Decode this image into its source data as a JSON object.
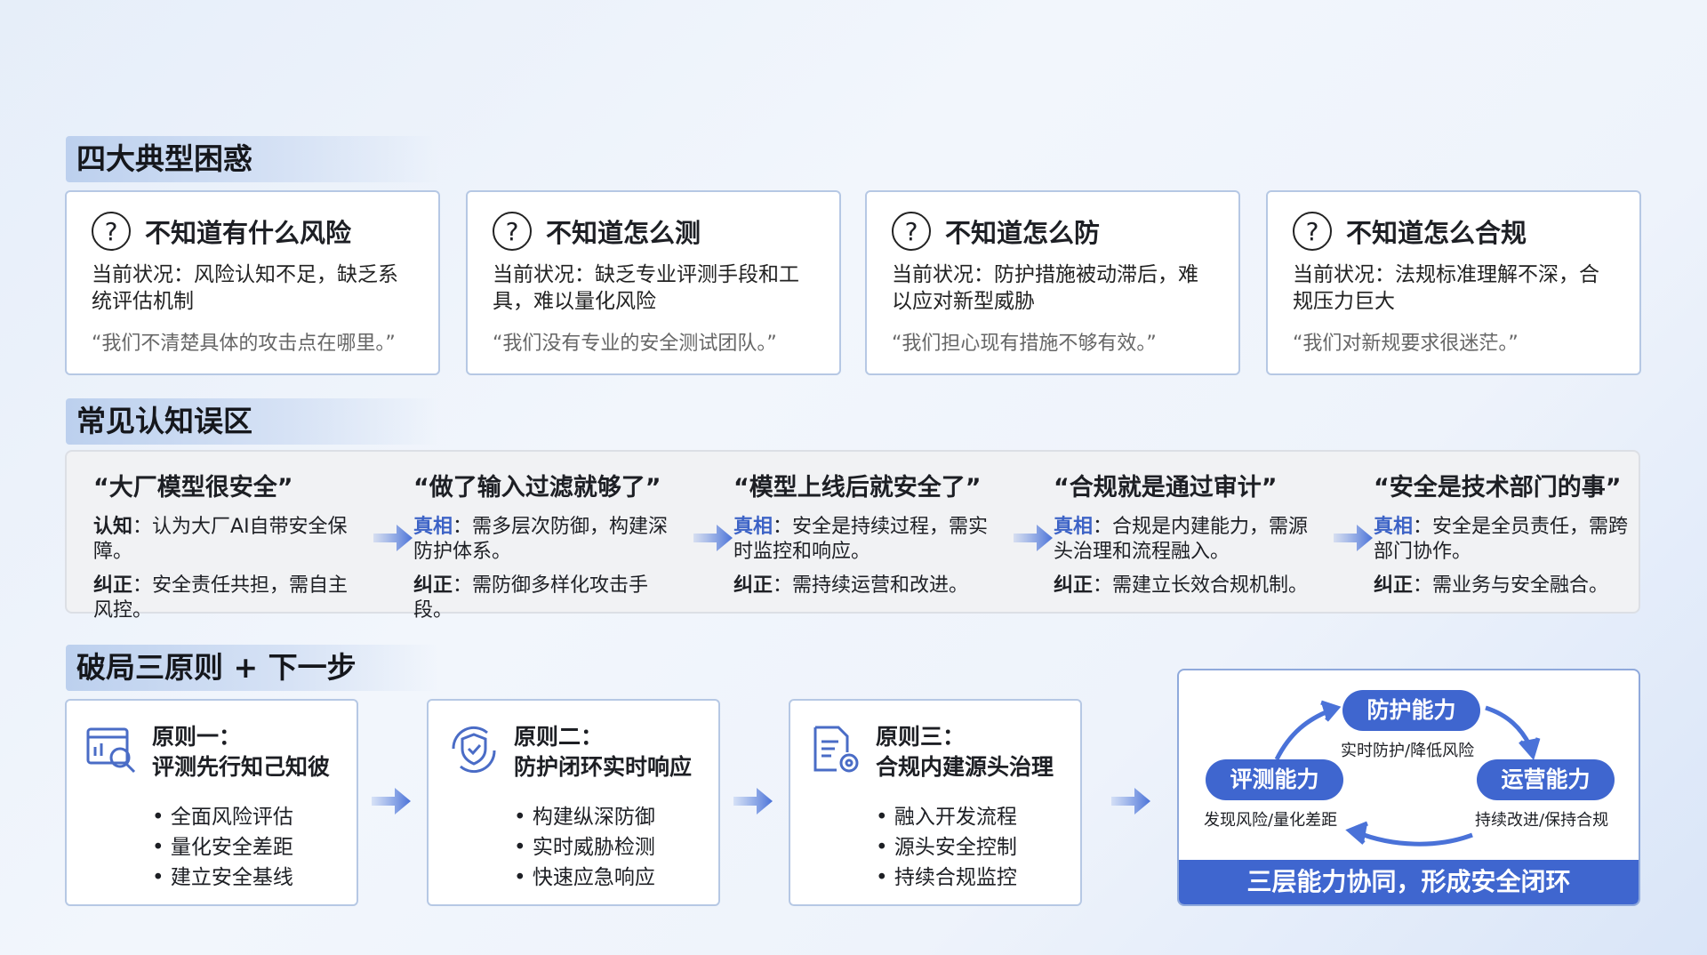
{
  "sections": {
    "s1": "四大典型困惑",
    "s2": "常见认知误区",
    "s3": "破局三原则 + 下一步"
  },
  "confusions": [
    {
      "title": "不知道有什么风险",
      "status": "当前状况：风险认知不足，缺乏系统评估机制",
      "quote": "“我们不清楚具体的攻击点在哪里。”"
    },
    {
      "title": "不知道怎么测",
      "status": "当前状况：缺乏专业评测手段和工具，难以量化风险",
      "quote": "“我们没有专业的安全测试团队。”"
    },
    {
      "title": "不知道怎么防",
      "status": "当前状况：防护措施被动滞后，难以应对新型威胁",
      "quote": "“我们担心现有措施不够有效。”"
    },
    {
      "title": "不知道怎么合规",
      "status": "当前状况：法规标准理解不深，合规压力巨大",
      "quote": "“我们对新规要求很迷茫。”"
    }
  ],
  "question_icon": "?",
  "misconceptions": [
    {
      "title": "“大厂模型很安全”",
      "label1": "认知",
      "text1": "：认为大厂AI自带安全保障。",
      "label2": "纠正",
      "text2": "：安全责任共担，需自主风控。"
    },
    {
      "title": "“做了输入过滤就够了”",
      "label1": "真相",
      "text1": "：需多层次防御，构建深防护体系。",
      "label2": "纠正",
      "text2": "：需防御多样化攻击手段。"
    },
    {
      "title": "“模型上线后就安全了”",
      "label1": "真相",
      "text1": "：安全是持续过程，需实时监控和响应。",
      "label2": "纠正",
      "text2": "：需持续运营和改进。"
    },
    {
      "title": "“合规就是通过审计”",
      "label1": "真相",
      "text1": "：合规是内建能力，需源头治理和流程融入。",
      "label2": "纠正",
      "text2": "：需建立长效合规机制。"
    },
    {
      "title": "“安全是技术部门的事”",
      "label1": "真相",
      "text1": "：安全是全员责任，需跨部门协作。",
      "label2": "纠正",
      "text2": "：需业务与安全融合。"
    }
  ],
  "principles": [
    {
      "t1": "原则一：",
      "t2": "评测先行知己知彼",
      "items": [
        "全面风险评估",
        "量化安全差距",
        "建立安全基线"
      ]
    },
    {
      "t1": "原则二：",
      "t2": "防护闭环实时响应",
      "items": [
        "构建纵深防御",
        "实时威胁检测",
        "快速应急响应"
      ]
    },
    {
      "t1": "原则三：",
      "t2": "合规内建源头治理",
      "items": [
        "融入开发流程",
        "源头安全控制",
        "持续合规监控"
      ]
    }
  ],
  "loop": {
    "top": "防护能力",
    "top_sub": "实时防护/降低风险",
    "left": "评测能力",
    "left_sub": "发现风险/量化差距",
    "right": "运营能力",
    "right_sub": "持续改进/保持合规",
    "footer": "三层能力协同，形成安全闭环"
  },
  "colors": {
    "accent": "#3f66cf",
    "truth": "#3d63c6"
  }
}
